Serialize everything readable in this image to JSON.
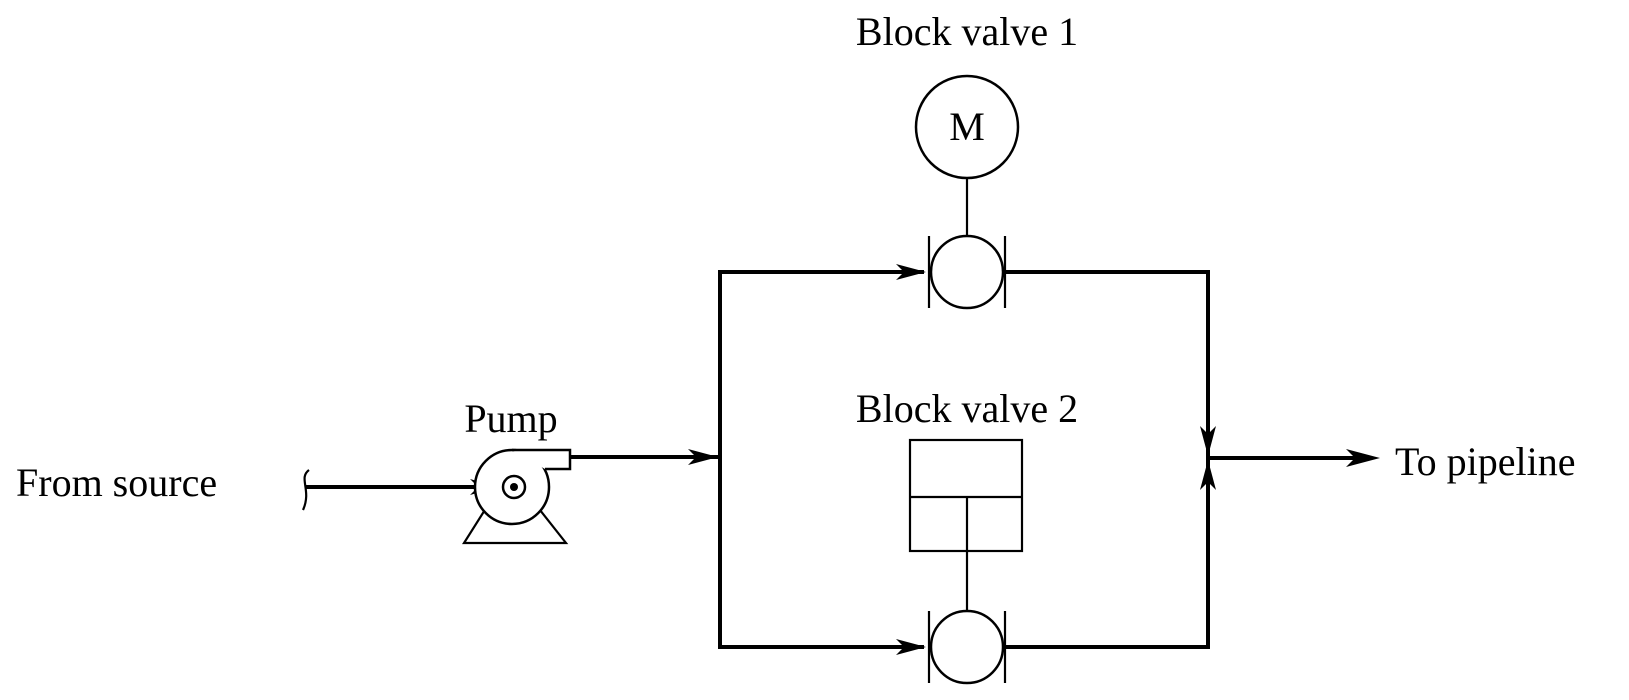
{
  "labels": {
    "block_valve_1": "Block valve 1",
    "block_valve_2": "Block valve 2",
    "pump": "Pump",
    "from_source": "From source",
    "to_pipeline": "To pipeline",
    "motor_symbol": "M"
  }
}
